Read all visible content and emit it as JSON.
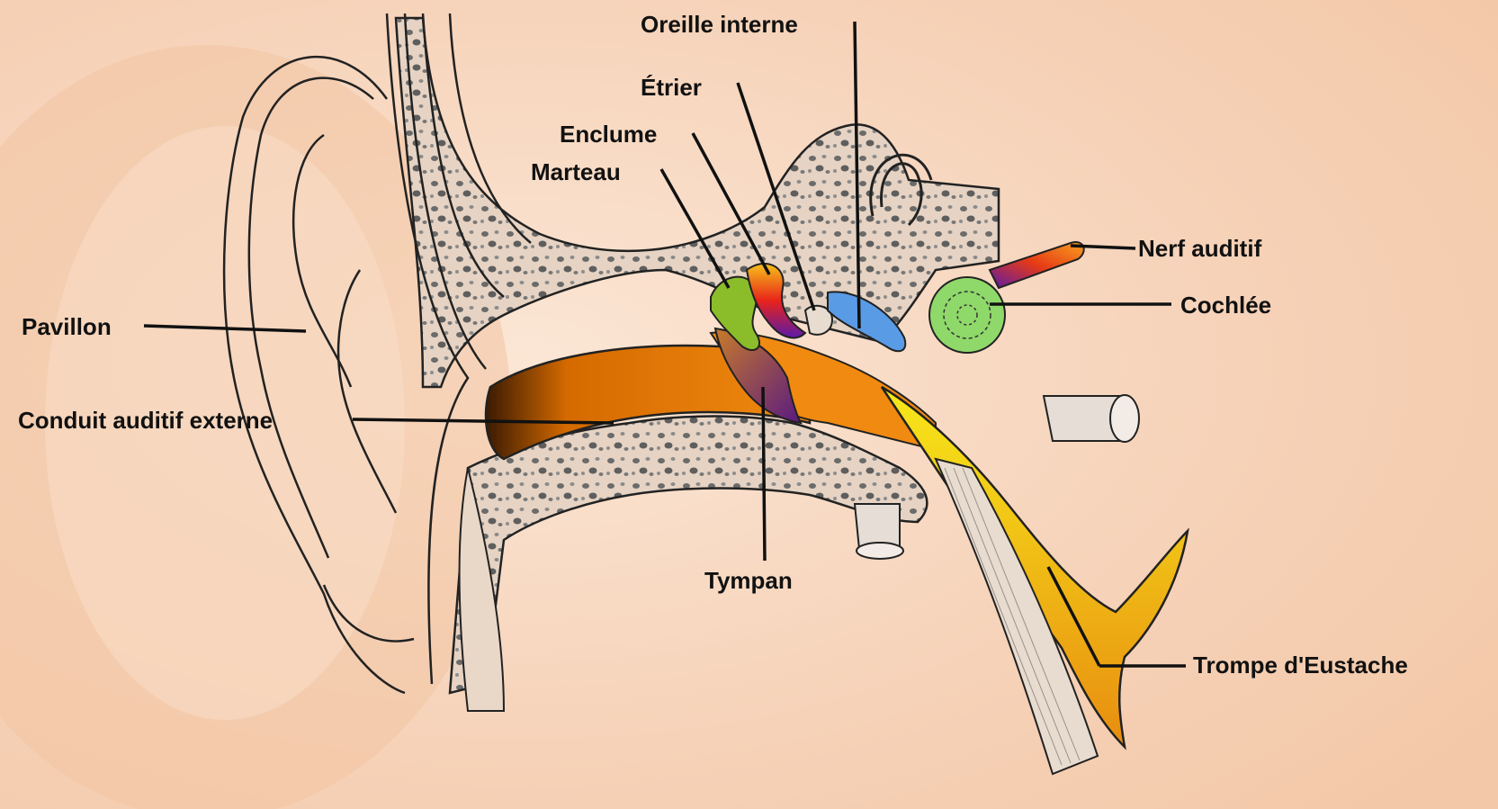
{
  "labels": {
    "oreille_interne": "Oreille interne",
    "etrier": "Étrier",
    "enclume": "Enclume",
    "marteau": "Marteau",
    "nerf_auditif": "Nerf auditif",
    "cochlee": "Cochlée",
    "pavillon": "Pavillon",
    "conduit": "Conduit auditif externe",
    "tympan": "Tympan",
    "trompe": "Trompe d'Eustache"
  },
  "colors": {
    "skin": "#f7d7bf",
    "skin_dark": "#efb995",
    "bone": "#e9d7c8",
    "canal": "#d96a00",
    "marteau": "#8bbd2a",
    "enclume": "#e8231b",
    "etrier": "#d8c4b4",
    "oreille_interne": "#5a9be6",
    "cochlee": "#8fd86a",
    "nerf": "#e64d16",
    "trompe": "#f1dc10",
    "tympan": "#7a2c7c",
    "leader": "#111111"
  }
}
